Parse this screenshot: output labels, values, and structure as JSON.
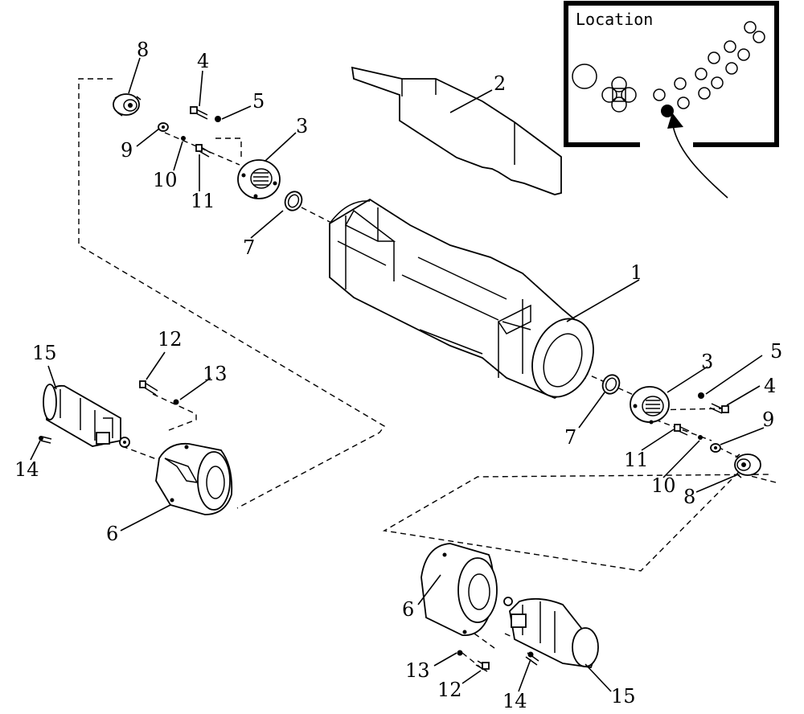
{
  "inset": {
    "title": "Location"
  },
  "labels": {
    "p1": "1",
    "p2": "2",
    "p3a": "3",
    "p3b": "3",
    "p4a": "4",
    "p4b": "4",
    "p5a": "5",
    "p5b": "5",
    "p6a": "6",
    "p6b": "6",
    "p7a": "7",
    "p7b": "7",
    "p8a": "8",
    "p8b": "8",
    "p9a": "9",
    "p9b": "9",
    "p10a": "10",
    "p10b": "10",
    "p11a": "11",
    "p11b": "11",
    "p12a": "12",
    "p12b": "12",
    "p13a": "13",
    "p13b": "13",
    "p14a": "14",
    "p14b": "14",
    "p15a": "15",
    "p15b": "15"
  }
}
